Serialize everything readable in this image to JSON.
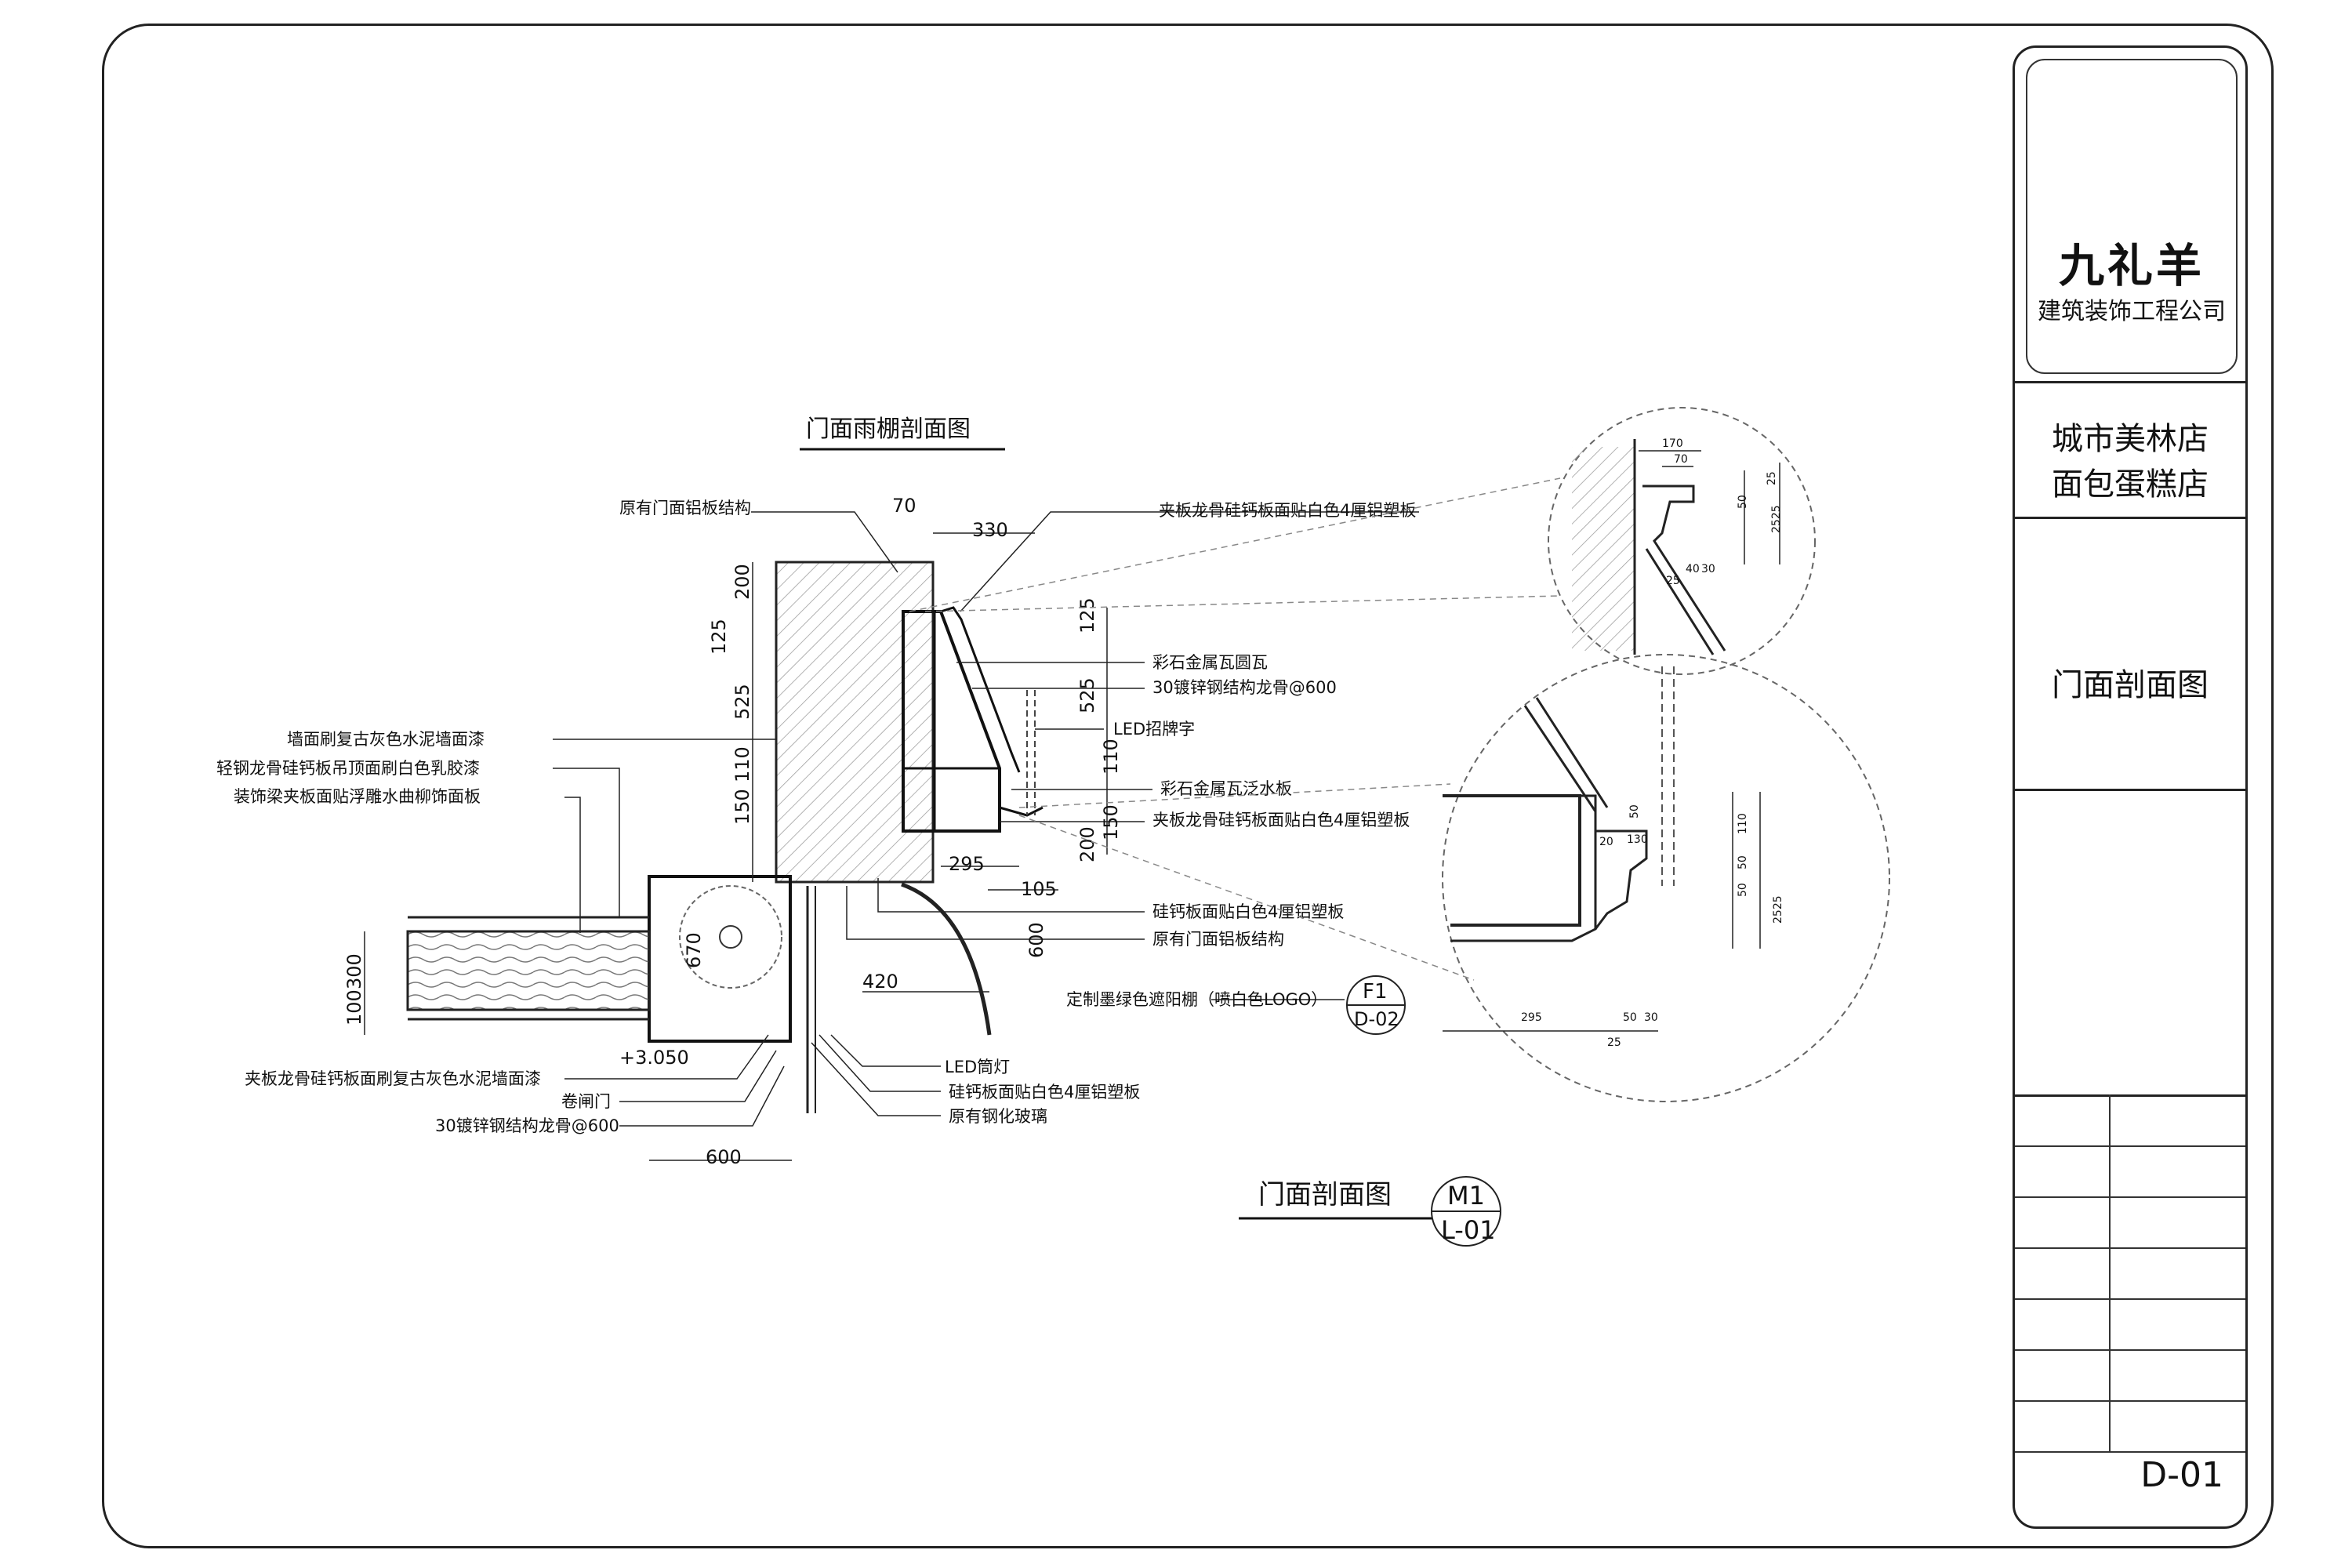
{
  "title_block": {
    "company_name": "九礼羊",
    "company_subtitle": "建筑装饰工程公司",
    "project_line1": "城市美林店",
    "project_line2": "面包蛋糕店",
    "drawing_name": "门面剖面图",
    "drawing_number": "D-01"
  },
  "canopy_title": "门面雨棚剖面图",
  "main_title": "门面剖面图",
  "main_tag": {
    "top": "M1",
    "bottom": "L-01"
  },
  "ref_tag": {
    "top": "F1",
    "bottom": "D-02"
  },
  "labels": {
    "orig_alu_struct_top": "原有门面铝板结构",
    "sandwich_top": "夹板龙骨硅钙板面贴白色4厘铝塑板",
    "metal_round_tile": "彩石金属瓦圆瓦",
    "steel_keel_600": "30镀锌钢结构龙骨@600",
    "led_sign": "LED招牌字",
    "metal_flashing": "彩石金属瓦泛水板",
    "sandwich_mid": "夹板龙骨硅钙板面贴白色4厘铝塑板",
    "wall_paint": "墙面刷复古灰色水泥墙面漆",
    "ceiling": "轻钢龙骨硅钙板吊顶面刷白色乳胶漆",
    "beam": "装饰梁夹板面贴浮雕水曲柳饰面板",
    "silicate_board": "硅钙板面贴白色4厘铝塑板",
    "orig_alu_struct": "原有门面铝板结构",
    "awning": "定制墨绿色遮阳棚（喷白色LOGO）",
    "sandwich_bottom": "夹板龙骨硅钙板面刷复古灰色水泥墙面漆",
    "rolling_door": "卷闸门",
    "steel_keel_bottom": "30镀锌钢结构龙骨@600",
    "led_downlight": "LED筒灯",
    "silicate_bottom": "硅钙板面贴白色4厘铝塑板",
    "tempered_glass": "原有钢化玻璃"
  },
  "dims": {
    "d70": "70",
    "d330": "330",
    "d200a": "200",
    "d125a": "125",
    "d525a": "525",
    "d110a": "110",
    "d150a": "150",
    "d125b": "125",
    "d525b": "525",
    "d110b": "110",
    "d150b": "150",
    "d200b": "200",
    "d295": "295",
    "d105": "105",
    "d600v": "600",
    "d420": "420",
    "d670": "670",
    "d300": "300",
    "d100": "100",
    "elev": "+3.050",
    "d600h": "600"
  },
  "detail1": {
    "d170": "170",
    "d70": "70",
    "d50": "50",
    "d25": "25",
    "d2525": "2525",
    "d40": "40",
    "d30": "30",
    "d25b": "25"
  },
  "detail2": {
    "d50a": "50",
    "d20": "20",
    "d130": "130",
    "d110": "110",
    "d50b": "50",
    "d50c": "50",
    "d2525": "2525",
    "d295": "295",
    "d50d": "50",
    "d30": "30",
    "d25": "25"
  }
}
